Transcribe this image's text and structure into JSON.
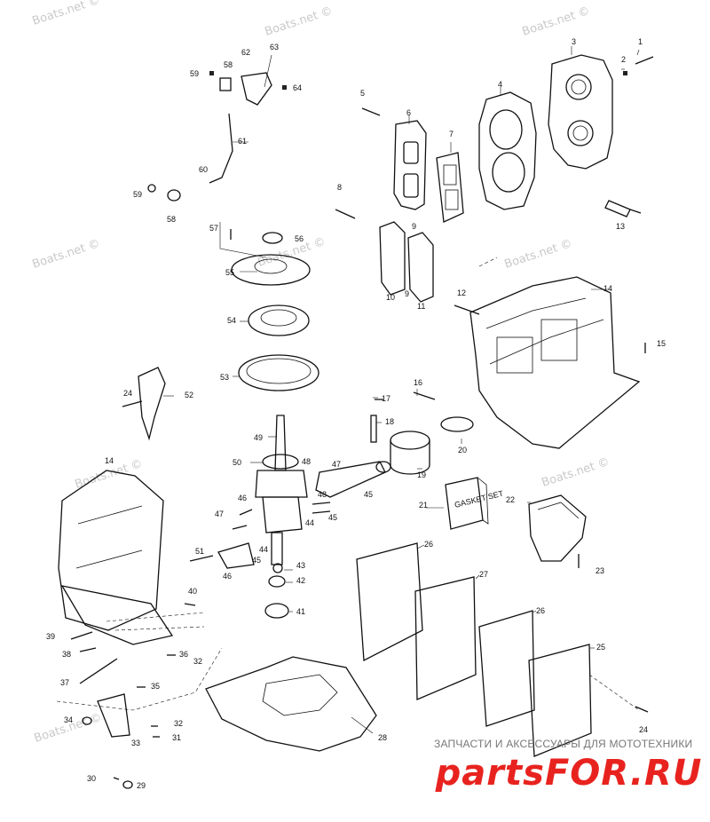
{
  "watermark": "Boats.net ©",
  "callouts": [
    {
      "id": "1",
      "label": "1"
    },
    {
      "id": "2",
      "label": "2"
    },
    {
      "id": "3",
      "label": "3"
    },
    {
      "id": "4",
      "label": "4"
    },
    {
      "id": "5",
      "label": "5"
    },
    {
      "id": "6",
      "label": "6"
    },
    {
      "id": "7",
      "label": "7"
    },
    {
      "id": "8",
      "label": "8"
    },
    {
      "id": "9a",
      "label": "9"
    },
    {
      "id": "9b",
      "label": "9"
    },
    {
      "id": "10",
      "label": "10"
    },
    {
      "id": "11",
      "label": "11"
    },
    {
      "id": "12",
      "label": "12"
    },
    {
      "id": "13",
      "label": "13"
    },
    {
      "id": "14a",
      "label": "14"
    },
    {
      "id": "14b",
      "label": "14"
    },
    {
      "id": "15",
      "label": "15"
    },
    {
      "id": "16",
      "label": "16"
    },
    {
      "id": "17",
      "label": "17"
    },
    {
      "id": "18",
      "label": "18"
    },
    {
      "id": "19",
      "label": "19"
    },
    {
      "id": "20",
      "label": "20"
    },
    {
      "id": "21",
      "label": "21"
    },
    {
      "id": "22",
      "label": "22"
    },
    {
      "id": "23",
      "label": "23"
    },
    {
      "id": "24a",
      "label": "24"
    },
    {
      "id": "24b",
      "label": "24"
    },
    {
      "id": "25",
      "label": "25"
    },
    {
      "id": "26a",
      "label": "26"
    },
    {
      "id": "26b",
      "label": "26"
    },
    {
      "id": "27",
      "label": "27"
    },
    {
      "id": "28",
      "label": "28"
    },
    {
      "id": "29",
      "label": "29"
    },
    {
      "id": "30",
      "label": "30"
    },
    {
      "id": "31",
      "label": "31"
    },
    {
      "id": "32a",
      "label": "32"
    },
    {
      "id": "32b",
      "label": "32"
    },
    {
      "id": "33",
      "label": "33"
    },
    {
      "id": "34",
      "label": "34"
    },
    {
      "id": "35",
      "label": "35"
    },
    {
      "id": "36",
      "label": "36"
    },
    {
      "id": "37",
      "label": "37"
    },
    {
      "id": "38",
      "label": "38"
    },
    {
      "id": "39",
      "label": "39"
    },
    {
      "id": "40",
      "label": "40"
    },
    {
      "id": "41",
      "label": "41"
    },
    {
      "id": "42",
      "label": "42"
    },
    {
      "id": "43",
      "label": "43"
    },
    {
      "id": "44a",
      "label": "44"
    },
    {
      "id": "44b",
      "label": "44"
    },
    {
      "id": "45a",
      "label": "45"
    },
    {
      "id": "45b",
      "label": "45"
    },
    {
      "id": "45c",
      "label": "45"
    },
    {
      "id": "46a",
      "label": "46"
    },
    {
      "id": "46b",
      "label": "46"
    },
    {
      "id": "47a",
      "label": "47"
    },
    {
      "id": "47b",
      "label": "47"
    },
    {
      "id": "48a",
      "label": "48"
    },
    {
      "id": "48b",
      "label": "48"
    },
    {
      "id": "49",
      "label": "49"
    },
    {
      "id": "50",
      "label": "50"
    },
    {
      "id": "51",
      "label": "51"
    },
    {
      "id": "52",
      "label": "52"
    },
    {
      "id": "53",
      "label": "53"
    },
    {
      "id": "54",
      "label": "54"
    },
    {
      "id": "55",
      "label": "55"
    },
    {
      "id": "56",
      "label": "56"
    },
    {
      "id": "57",
      "label": "57"
    },
    {
      "id": "58a",
      "label": "58"
    },
    {
      "id": "58b",
      "label": "58"
    },
    {
      "id": "59a",
      "label": "59"
    },
    {
      "id": "59b",
      "label": "59"
    },
    {
      "id": "60",
      "label": "60"
    },
    {
      "id": "61",
      "label": "61"
    },
    {
      "id": "62",
      "label": "62"
    },
    {
      "id": "63",
      "label": "63"
    },
    {
      "id": "64",
      "label": "64"
    }
  ],
  "gasket_label": "GASKET SET",
  "brand": {
    "tagline": "ЗАПЧАСТИ И АКСЕССУАРЫ ДЛЯ МОТОТЕХНИКИ",
    "logo_text": "partsFOR.RU",
    "logo_color": "#e8231f"
  }
}
